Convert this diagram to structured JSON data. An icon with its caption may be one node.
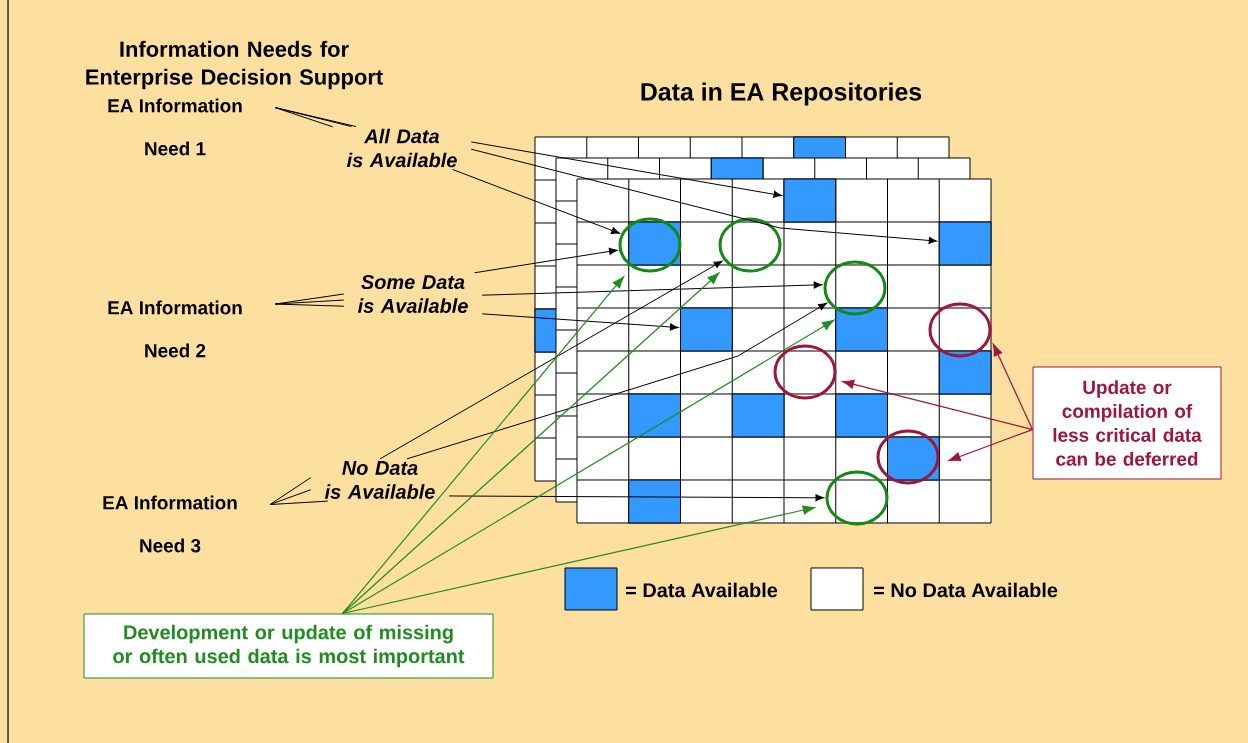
{
  "diagram": {
    "title": "Information Needs for Enterprise Decision Support",
    "nodes": [
      {
        "text": [
          "EA Information",
          "Need 1"
        ]
      },
      {
        "text": [
          "All Data is Available"
        ]
      },
      {
        "text": [
          "Some Data is Available"
        ]
      },
      {
        "text": [
          "EA Information",
          "Need 2"
        ]
      },
      {
        "text": [
          "No Data is Available"
        ]
      },
      {
        "text": [
          "EA Information",
          "Need 3"
        ]
      },
      {
        "text": [],
        "shape": "box"
      },
      {
        "text": [],
        "shape": "circle"
      },
      {
        "text": [],
        "shape": "circle"
      },
      {
        "text": [],
        "shape": "box"
      },
      {
        "text": [],
        "shape": "circle"
      },
      {
        "text": [],
        "shape": "circle"
      },
      {
        "text": [],
        "shape": "box"
      },
      {
        "text": [],
        "shape": "circle"
      },
      {
        "text": [],
        "shape": "circle"
      },
      {
        "text": [],
        "shape": "circle"
      },
      {
        "text": [
          "Update or compilation of less critical data can be deferred"
        ]
      },
      {
        "text": [
          "Development or update of missing or often used data is most important"
        ]
      }
    ],
    "edges": [
      {
        "from": 0,
        "to": 1,
        "arrow": "none"
      },
      {
        "from": 0,
        "to": 1,
        "arrow": "none"
      },
      {
        "from": 0,
        "to": 1,
        "arrow": "none"
      },
      {
        "from": 3,
        "to": 2,
        "arrow": "none"
      },
      {
        "from": 3,
        "to": 2,
        "arrow": "none"
      },
      {
        "from": 3,
        "to": 2,
        "arrow": "none"
      },
      {
        "from": 5,
        "to": 4,
        "arrow": "none"
      },
      {
        "from": 5,
        "to": 4,
        "arrow": "none"
      },
      {
        "from": 5,
        "to": 4,
        "arrow": "none"
      },
      {
        "from": 1,
        "to": 6,
        "arrow": "to"
      },
      {
        "from": 1,
        "to": 9,
        "arrow": "to"
      },
      {
        "from": 1,
        "to": 7,
        "arrow": "to"
      },
      {
        "from": 2,
        "to": 7,
        "arrow": "to"
      },
      {
        "from": 2,
        "to": 10,
        "arrow": "to"
      },
      {
        "from": 2,
        "to": 12,
        "arrow": "to"
      },
      {
        "from": 4,
        "to": 8,
        "arrow": "to"
      },
      {
        "from": 4,
        "to": 10,
        "arrow": "to"
      },
      {
        "from": 4,
        "to": 15,
        "arrow": "to"
      },
      {
        "from": 17,
        "to": 7,
        "arrow": "to",
        "color": "#1e8c1e"
      },
      {
        "from": 17,
        "to": 8,
        "arrow": "to",
        "color": "#1e8c1e"
      },
      {
        "from": 17,
        "to": 10,
        "arrow": "to",
        "color": "#1e8c1e"
      },
      {
        "from": 17,
        "to": 15,
        "arrow": "to",
        "color": "#1e8c1e"
      },
      {
        "from": 16,
        "to": 13,
        "arrow": "to",
        "color": "#a0153e"
      },
      {
        "from": 16,
        "to": 11,
        "arrow": "to",
        "color": "#a0153e"
      },
      {
        "from": 16,
        "to": 14,
        "arrow": "to",
        "color": "#a0153e"
      }
    ],
    "labels": [
      "Data in EA Repositories"
    ],
    "legend": [
      {
        "text": "= Data Available",
        "color": "#3399ff"
      },
      {
        "text": "= No Data Available",
        "color": "#ffffff"
      }
    ]
  }
}
